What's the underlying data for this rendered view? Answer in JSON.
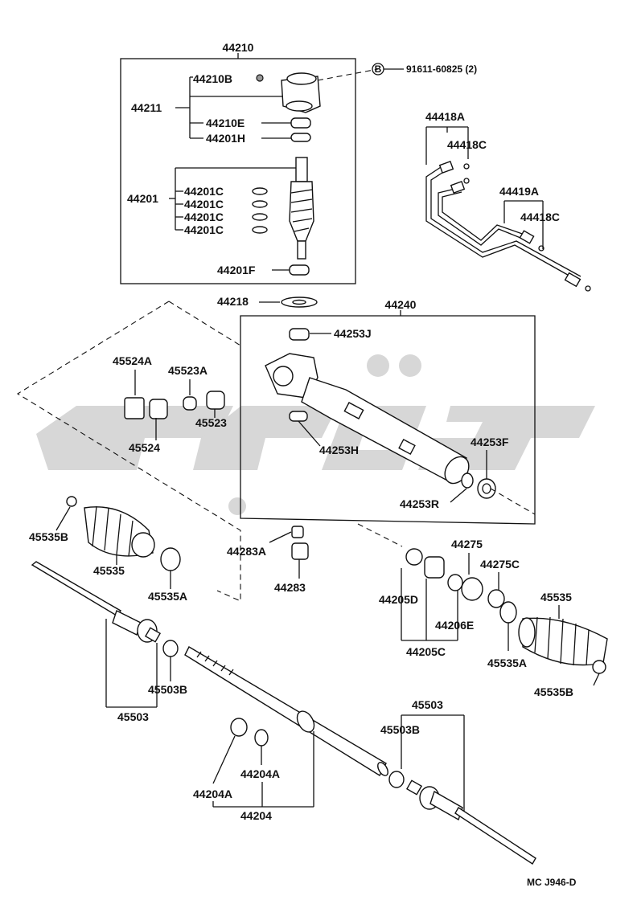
{
  "labels": {
    "p44210": "44210",
    "p44210b": "44210B",
    "p44211": "44211",
    "p44210e": "44210E",
    "p44201h": "44201H",
    "p44201": "44201",
    "p44201c_1": "44201C",
    "p44201c_2": "44201C",
    "p44201c_3": "44201C",
    "p44201c_4": "44201C",
    "p44201f": "44201F",
    "p44218": "44218",
    "bolt": "91611-60825 (2)",
    "bolt_marker": "B",
    "p44418a": "44418A",
    "p44418c_1": "44418C",
    "p44419a": "44419A",
    "p44418c_2": "44418C",
    "p44240": "44240",
    "p44253j": "44253J",
    "p44253h": "44253H",
    "p44253f": "44253F",
    "p44253r": "44253R",
    "p45524a": "45524A",
    "p45523a": "45523A",
    "p45523": "45523",
    "p45524": "45524",
    "p45535b_l": "45535B",
    "p45535_l": "45535",
    "p45535a_l": "45535A",
    "p44283a": "44283A",
    "p44283": "44283",
    "p44275": "44275",
    "p44275c": "44275C",
    "p44205d": "44205D",
    "p44206e": "44206E",
    "p44205c": "44205C",
    "p45535_r": "45535",
    "p45535a_r": "45535A",
    "p45535b_r": "45535B",
    "p45503b_l": "45503B",
    "p45503_l": "45503",
    "p45503_r": "45503",
    "p45503b_r": "45503B",
    "p44204a_1": "44204A",
    "p44204a_2": "44204A",
    "p44204": "44204"
  },
  "footer": {
    "code": "MC J946-D"
  },
  "colors": {
    "ink": "#111111",
    "watermark": "#d7d7d7"
  }
}
